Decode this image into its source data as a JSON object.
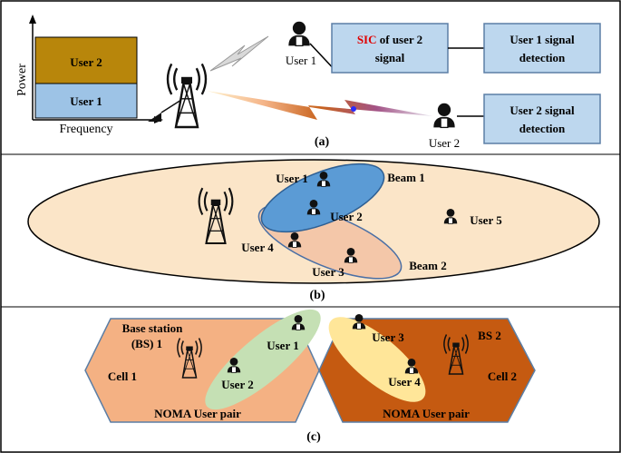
{
  "panel_a": {
    "caption": "(a)",
    "power_axis_label": "Power",
    "frequency_axis_label": "Frequency",
    "bar_user2_label": "User 2",
    "bar_user1_label": "User 1",
    "user1_label": "User 1",
    "user2_label": "User 2",
    "sic_box_red": "SIC",
    "sic_box_rest": " of user 2",
    "sic_box_line2": "signal",
    "user1_detect_line1": "User 1 signal",
    "user1_detect_line2": "detection",
    "user2_detect_line1": "User 2 signal",
    "user2_detect_line2": "detection",
    "colors": {
      "user2_bar": "#b8860b",
      "user1_bar": "#9dc3e6",
      "box_fill": "#bdd7ee",
      "sic_red": "#e00000"
    }
  },
  "panel_b": {
    "caption": "(b)",
    "beam1_label": "Beam 1",
    "beam2_label": "Beam 2",
    "user1": "User 1",
    "user2": "User 2",
    "user3": "User 3",
    "user4": "User 4",
    "user5": "User 5",
    "colors": {
      "cell": "#fbe5c8",
      "beam1": "#5b9bd5",
      "beam2": "#f4c7a9"
    }
  },
  "panel_c": {
    "caption": "(c)",
    "bs1_line1": "Base station",
    "bs1_line2": "(BS) 1",
    "bs2_label": "BS 2",
    "cell1_label": "Cell 1",
    "cell2_label": "Cell 2",
    "user1": "User 1",
    "user2": "User 2",
    "user3": "User 3",
    "user4": "User 4",
    "pair1_label": "NOMA User pair",
    "pair2_label": "NOMA User pair",
    "colors": {
      "cell1": "#f4b183",
      "cell2": "#c55a11",
      "pair1": "#c5e0b4",
      "pair2": "#ffe699"
    }
  }
}
